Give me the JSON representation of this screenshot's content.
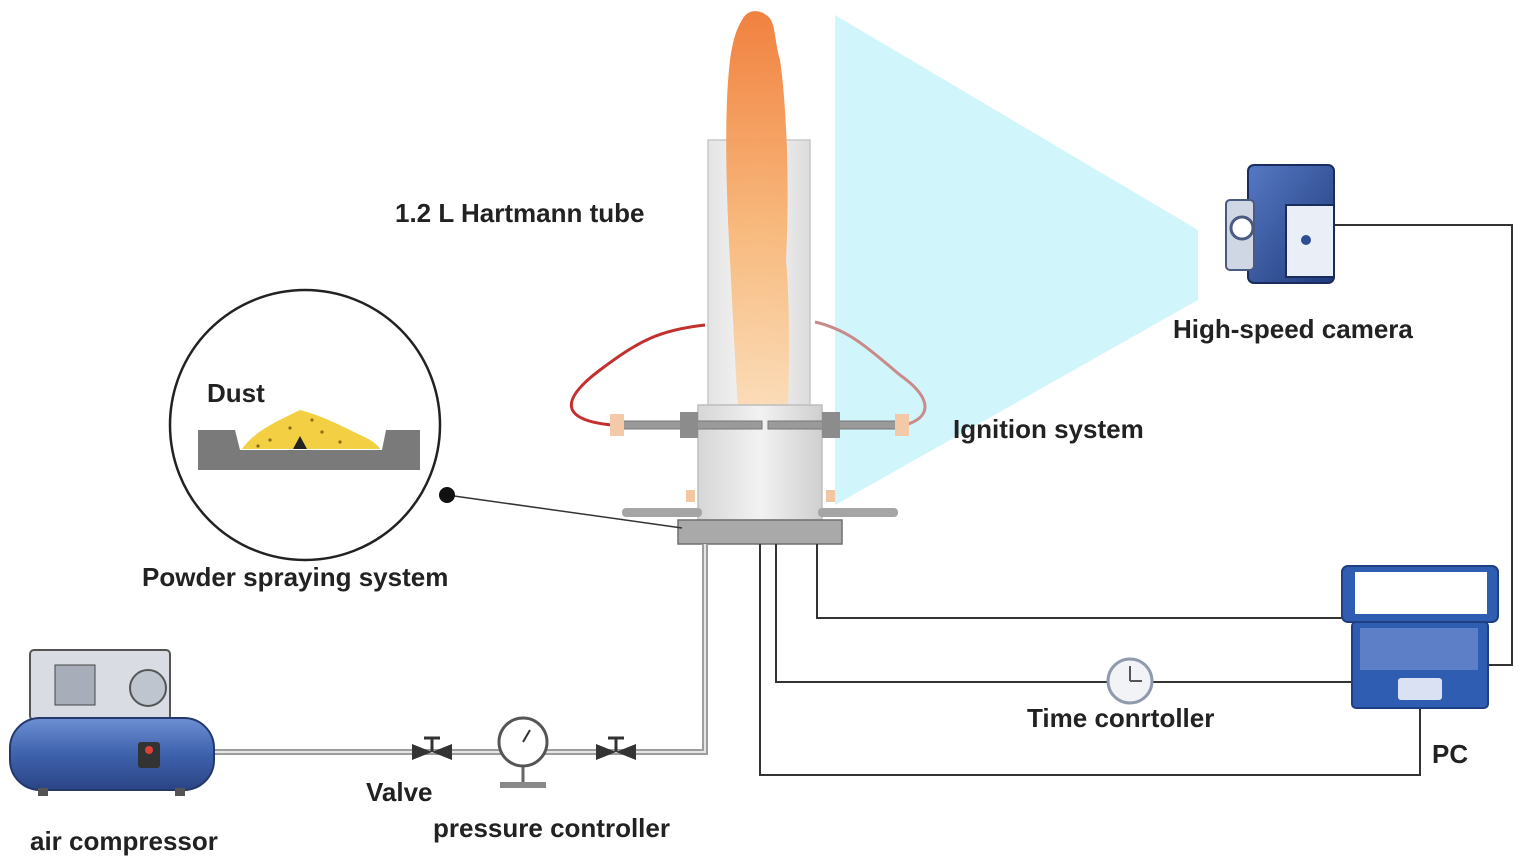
{
  "labels": {
    "tube": "1.2 L Hartmann tube",
    "camera": "High-speed camera",
    "dust": "Dust",
    "ignition": "Ignition system",
    "powder": "Powder spraying system",
    "time": "Time conrtoller",
    "pc": "PC",
    "valve": "Valve",
    "pressure": "pressure controller",
    "compressor": "air compressor"
  },
  "colors": {
    "flame_top": "#f07f3a",
    "flame_bottom": "#fde8c6",
    "camera_body": "#2d4e95",
    "laptop": "#2f5db2",
    "cone": "#c8f4fb",
    "wire": "#c23030",
    "compressor": "#4a6fb8"
  }
}
